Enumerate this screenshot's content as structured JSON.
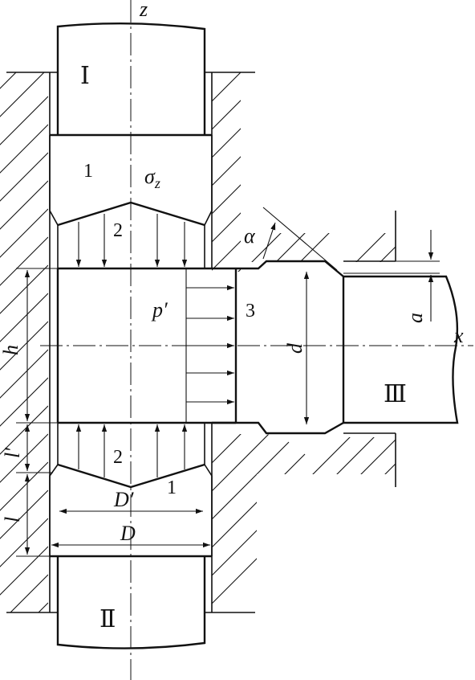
{
  "labels": {
    "axis_z": "z",
    "axis_x": "x",
    "punch_top": "Ⅰ",
    "punch_bottom": "Ⅱ",
    "punch_side": "Ⅲ",
    "zone_1_top": "1",
    "zone_1_bottom": "1",
    "zone_2_top": "2",
    "zone_2_bottom": "2",
    "zone_3": "3",
    "sigma": "σ",
    "sigma_sub": "z",
    "pressure": "p′",
    "alpha": "α",
    "dim_h": "h",
    "dim_l_prime": "l′",
    "dim_l": "l",
    "dim_D_prime": "D′",
    "dim_D": "D",
    "dim_d": "d",
    "dim_a": "a"
  }
}
